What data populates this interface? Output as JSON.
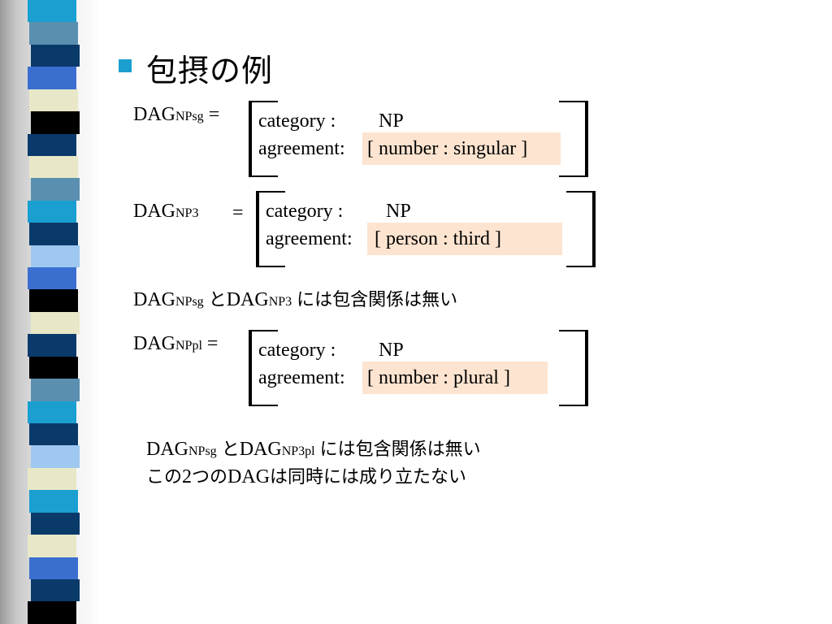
{
  "title": "包摂の例",
  "dag1": {
    "prefix": "DAG",
    "sub": "NPsg",
    "eq": "=",
    "category_label": "category :",
    "category_value": "NP",
    "agreement_label": "agreement:",
    "agreement_value": "[ number : singular ]"
  },
  "dag2": {
    "prefix": "DAG",
    "sub": "NP3",
    "eq": "=",
    "category_label": "category :",
    "category_value": "NP",
    "agreement_label": "agreement:",
    "agreement_value": "[ person : third ]"
  },
  "statement1": {
    "a_prefix": "DAG",
    "a_sub": "NPsg",
    "connector": "と",
    "b_prefix": "DAG",
    "b_sub": "NP3",
    "suffix": "には包含関係は無い"
  },
  "dag3": {
    "prefix": "DAG",
    "sub": "NPpl",
    "eq": "=",
    "category_label": "category :",
    "category_value": "NP",
    "agreement_label": "agreement:",
    "agreement_value": "[ number : plural ]"
  },
  "statement2": {
    "a_prefix": "DAG",
    "a_sub": "NPsg",
    "connector": "と",
    "b_prefix": "DAG",
    "b_sub": "NP3pl",
    "suffix": "には包含関係は無い"
  },
  "statement3": {
    "part1": "この",
    "num": "2",
    "part2": "つの",
    "dag": "DAG",
    "part3": "は同時には成り立たない"
  },
  "colors": {
    "bullet": "#1a9fd0",
    "highlight": "#fde4d0",
    "sidebar_bands": [
      "#1a9fd0",
      "#5b8fb0",
      "#0a3a6a",
      "#3a6fd0",
      "#e8e8c8",
      "#000000",
      "#0a3a6a",
      "#e8e8c8",
      "#5b8fb0",
      "#1a9fd0",
      "#0a3a6a",
      "#9ec8f0",
      "#3a6fd0",
      "#000000",
      "#e8e8c8",
      "#0a3a6a",
      "#000000",
      "#5b8fb0",
      "#1a9fd0",
      "#0a3a6a",
      "#9ec8f0",
      "#e8e8c8",
      "#1a9fd0",
      "#0a3a6a",
      "#e8e8c8",
      "#3a6fd0",
      "#0a3a6a",
      "#000000"
    ]
  }
}
